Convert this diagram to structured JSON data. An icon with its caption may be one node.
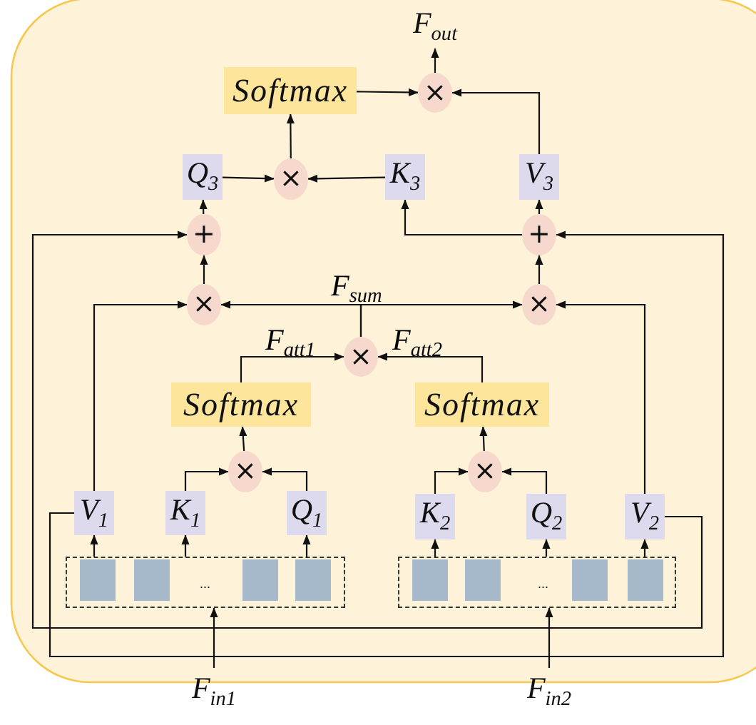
{
  "diagram": {
    "nodes": [
      {
        "text": [
          "F$_{out}$"
        ]
      },
      {
        "text": [
          "Softmax"
        ]
      },
      {
        "text": [
          "×"
        ]
      },
      {
        "text": [
          "Q$_{3}$"
        ]
      },
      {
        "text": [
          "×"
        ]
      },
      {
        "text": [
          "K$_{3}$"
        ]
      },
      {
        "text": [
          "V$_{3}$"
        ]
      },
      {
        "text": [
          "+"
        ]
      },
      {
        "text": [
          "+"
        ]
      },
      {
        "text": [
          "×"
        ]
      },
      {
        "text": [
          "×"
        ]
      },
      {
        "text": [
          "×"
        ]
      },
      {
        "text": [
          "Softmax"
        ]
      },
      {
        "text": [
          "Softmax"
        ]
      },
      {
        "text": [
          "×"
        ]
      },
      {
        "text": [
          "×"
        ]
      },
      {
        "text": [
          "V$_{1}$"
        ]
      },
      {
        "text": [
          "K$_{1}$"
        ]
      },
      {
        "text": [
          "Q$_{1}$"
        ]
      },
      {
        "text": [
          "K$_{2}$"
        ]
      },
      {
        "text": [
          "Q$_{2}$"
        ]
      },
      {
        "text": [
          "V$_{2}$"
        ]
      },
      {
        "text": [],
        "shape": "box"
      },
      {
        "text": [],
        "shape": "box",
        "in": 22
      },
      {
        "text": [],
        "shape": "box",
        "in": 22
      },
      {
        "text": [],
        "shape": "box",
        "in": 22
      },
      {
        "text": [],
        "shape": "box",
        "in": 22
      },
      {
        "text": [],
        "shape": "box"
      },
      {
        "text": [],
        "shape": "box",
        "in": 27
      },
      {
        "text": [],
        "shape": "box",
        "in": 27
      },
      {
        "text": [],
        "shape": "box",
        "in": 27
      },
      {
        "text": [],
        "shape": "box",
        "in": 27
      },
      {
        "text": [
          "F$_{in1}$"
        ]
      },
      {
        "text": [
          "F$_{in2}$"
        ]
      }
    ],
    "edges": [
      {
        "from": 2,
        "to": 0,
        "arrow": "to"
      },
      {
        "from": 1,
        "to": 2,
        "arrow": "to"
      },
      {
        "from": 6,
        "to": 2,
        "arrow": "to"
      },
      {
        "from": 4,
        "to": 1,
        "arrow": "to"
      },
      {
        "from": 3,
        "to": 4,
        "arrow": "to"
      },
      {
        "from": 5,
        "to": 4,
        "arrow": "to"
      },
      {
        "from": 7,
        "to": 3,
        "arrow": "to"
      },
      {
        "from": 8,
        "to": 6,
        "arrow": "to"
      },
      {
        "from": 8,
        "to": 5,
        "arrow": "to"
      },
      {
        "from": 9,
        "to": 7,
        "arrow": "to"
      },
      {
        "from": 10,
        "to": 8,
        "arrow": "to"
      },
      {
        "from": 11,
        "to": 9,
        "arrow": "to",
        "label": "F$_{sum}$"
      },
      {
        "from": 11,
        "to": 10,
        "arrow": "to"
      },
      {
        "from": 12,
        "to": 11,
        "arrow": "to",
        "label": "F$_{att1}$"
      },
      {
        "from": 13,
        "to": 11,
        "arrow": "to",
        "label": "F$_{att2}$"
      },
      {
        "from": 14,
        "to": 12,
        "arrow": "to"
      },
      {
        "from": 15,
        "to": 13,
        "arrow": "to"
      },
      {
        "from": 17,
        "to": 14,
        "arrow": "to"
      },
      {
        "from": 18,
        "to": 14,
        "arrow": "to"
      },
      {
        "from": 19,
        "to": 15,
        "arrow": "to"
      },
      {
        "from": 20,
        "to": 15,
        "arrow": "to"
      },
      {
        "from": 16,
        "to": 9,
        "arrow": "to"
      },
      {
        "from": 21,
        "to": 10,
        "arrow": "to"
      },
      {
        "from": 22,
        "to": 16,
        "arrow": "to"
      },
      {
        "from": 22,
        "to": 17,
        "arrow": "to"
      },
      {
        "from": 22,
        "to": 18,
        "arrow": "to"
      },
      {
        "from": 27,
        "to": 19,
        "arrow": "to"
      },
      {
        "from": 27,
        "to": 20,
        "arrow": "to"
      },
      {
        "from": 27,
        "to": 21,
        "arrow": "to"
      },
      {
        "from": 32,
        "to": 22,
        "arrow": "to"
      },
      {
        "from": 21,
        "to": 7,
        "arrow": "to"
      },
      {
        "from": 33,
        "to": 27,
        "arrow": "to"
      },
      {
        "from": 16,
        "to": 8,
        "arrow": "to"
      }
    ],
    "labels": [
      "...",
      "..."
    ]
  }
}
